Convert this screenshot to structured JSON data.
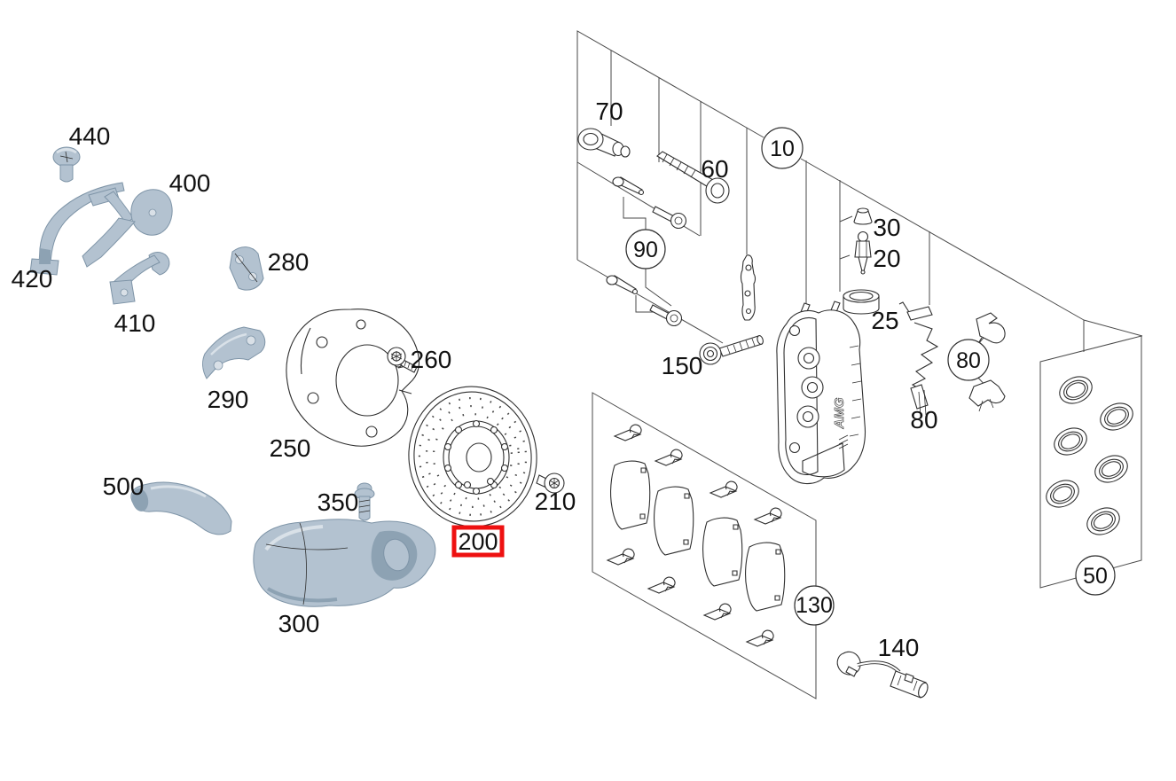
{
  "figure": {
    "kind": "exploded-parts-diagram",
    "subject": "front brake assembly",
    "background": "#ffffff",
    "line_color": "#2f2f2f",
    "shaded_part_fill": "#b3c2d0"
  },
  "highlight": {
    "ref": "200",
    "color": "#ee1111"
  },
  "labels": {
    "n10": "10",
    "n20": "20",
    "n25": "25",
    "n30": "30",
    "n50": "50",
    "n60": "60",
    "n70": "70",
    "n80": "80",
    "n90": "90",
    "n130": "130",
    "n140": "140",
    "n150": "150",
    "n200": "200",
    "n210": "210",
    "n250": "250",
    "n260": "260",
    "n280": "280",
    "n290": "290",
    "n300": "300",
    "n350": "350",
    "n400": "400",
    "n410": "410",
    "n420": "420",
    "n440": "440",
    "n500": "500"
  },
  "caliper_logo": "AMG"
}
